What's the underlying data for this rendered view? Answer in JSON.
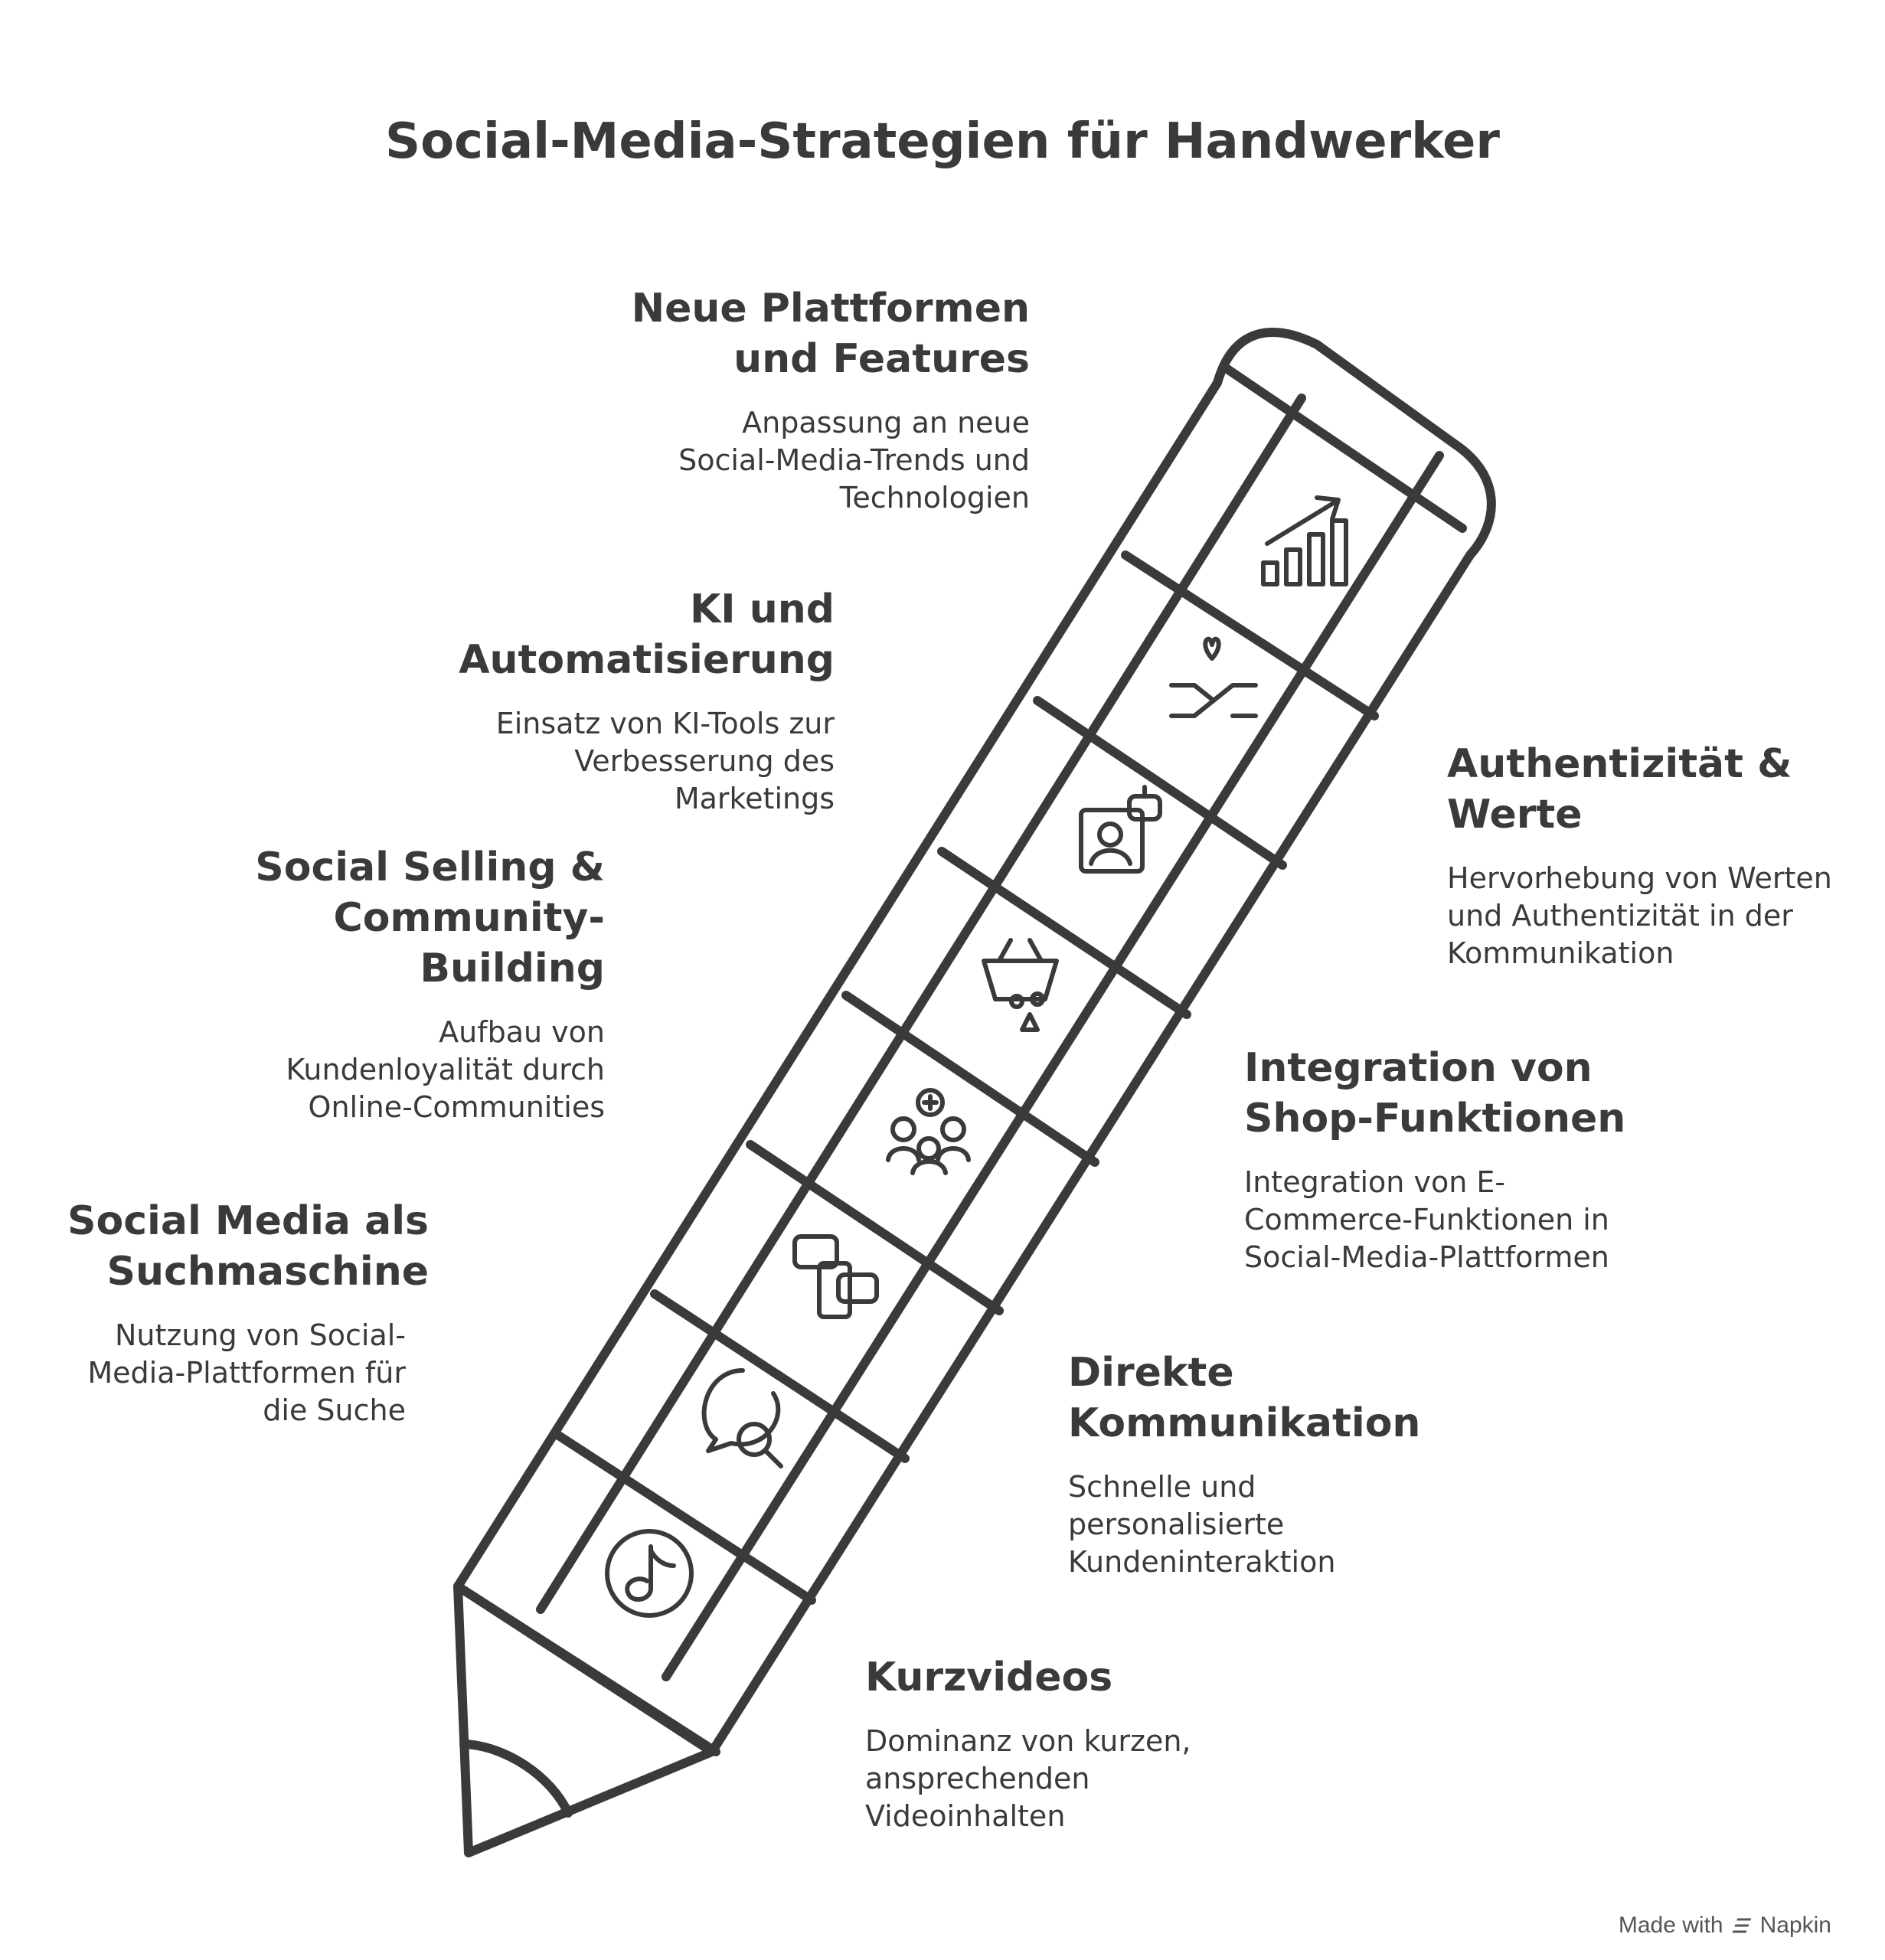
{
  "title": "Social-Media-Strategien für Handwerker",
  "items": [
    {
      "title_lines": [
        "Neue Plattformen",
        "und Features"
      ],
      "desc_lines": [
        "Anpassung an neue",
        "Social-Media-Trends und",
        "Technologien"
      ],
      "icon": "growth-chart-icon"
    },
    {
      "title_lines": [
        "Authentizität &",
        "Werte"
      ],
      "desc_lines": [
        "Hervorhebung von Werten",
        "und Authentizität in der",
        "Kommunikation"
      ],
      "icon": "handshake-heart-icon"
    },
    {
      "title_lines": [
        "KI und",
        "Automatisierung"
      ],
      "desc_lines": [
        "Einsatz von KI-Tools zur",
        "Verbesserung des",
        "Marketings"
      ],
      "icon": "ai-assistant-icon"
    },
    {
      "title_lines": [
        "Integration von",
        "Shop-Funktionen"
      ],
      "desc_lines": [
        "Integration von E-",
        "Commerce-Funktionen in",
        "Social-Media-Plattformen"
      ],
      "icon": "shopping-basket-icon"
    },
    {
      "title_lines": [
        "Social Selling &",
        "Community-",
        "Building"
      ],
      "desc_lines": [
        "Aufbau von",
        "Kundenloyalität durch",
        "Online-Communities"
      ],
      "icon": "community-icon"
    },
    {
      "title_lines": [
        "Direkte",
        "Kommunikation"
      ],
      "desc_lines": [
        "Schnelle und",
        "personalisierte",
        "Kundeninteraktion"
      ],
      "icon": "chat-phone-icon"
    },
    {
      "title_lines": [
        "Social Media als",
        "Suchmaschine"
      ],
      "desc_lines": [
        "Nutzung von Social-",
        "Media-Plattformen für",
        "die Suche"
      ],
      "icon": "search-chat-icon"
    },
    {
      "title_lines": [
        "Kurzvideos"
      ],
      "desc_lines": [
        "Dominanz von kurzen,",
        "ansprechenden",
        "Videoinhalten"
      ],
      "icon": "tiktok-icon"
    }
  ],
  "footer": {
    "made_with": "Made with",
    "brand": "Napkin"
  }
}
